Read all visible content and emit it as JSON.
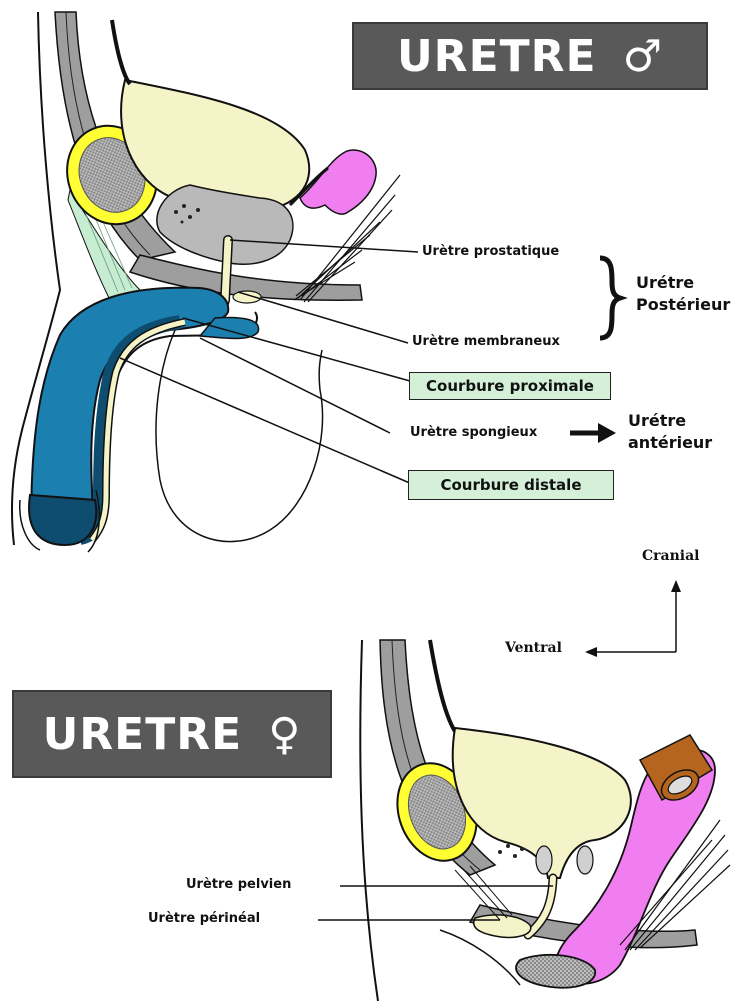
{
  "male": {
    "title": "URETRE",
    "symbol": "♂",
    "labels": {
      "prostatique": "Urètre prostatique",
      "membraneux": "Urètre membraneux",
      "spongieux": "Urètre spongieux",
      "posterieur": "Urétre Postérieur",
      "anterieur": "Urétre antérieur",
      "courbure_proximale": "Courbure proximale",
      "courbure_distale": "Courbure distale"
    }
  },
  "orientation": {
    "cranial": "Cranial",
    "ventral": "Ventral"
  },
  "female": {
    "title": "URETRE",
    "symbol": "♀",
    "labels": {
      "pelvien": "Urètre pelvien",
      "perineal": "Urètre périnéal"
    }
  },
  "colors": {
    "title_bg": "#595959",
    "label_box": "#d4f0d8",
    "bladder": "#f5f3c8",
    "pubis_ring": "#ffff33",
    "penis_blue": "#1b7fb0",
    "vagina_pink": "#f07ef0",
    "rectum_brown": "#b5651d",
    "muscle_green": "#c6ecd2"
  }
}
